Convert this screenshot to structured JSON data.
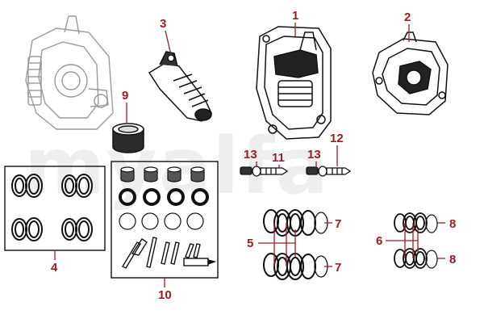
{
  "watermark": "myalfa",
  "colors": {
    "callout": "#9b1c24",
    "line": "#9b1c24",
    "drawing": "#111111",
    "ghost": "#9a9a9a",
    "watermark": "#eeeeee"
  },
  "parts": [
    {
      "id": "p1",
      "label": "1",
      "name": "front-brake-caliper"
    },
    {
      "id": "p2",
      "label": "2",
      "name": "rear-brake-caliper"
    },
    {
      "id": "p3",
      "label": "3",
      "name": "wheel-cylinder"
    },
    {
      "id": "p4",
      "label": "4",
      "name": "caliper-seal-kit-4"
    },
    {
      "id": "p5",
      "label": "5",
      "name": "piston-seal-set"
    },
    {
      "id": "p6",
      "label": "6",
      "name": "piston-seal-set-small"
    },
    {
      "id": "p7a",
      "label": "7",
      "name": "large-seal-ring-upper"
    },
    {
      "id": "p7b",
      "label": "7",
      "name": "large-seal-ring-lower"
    },
    {
      "id": "p8a",
      "label": "8",
      "name": "small-seal-ring-upper"
    },
    {
      "id": "p8b",
      "label": "8",
      "name": "small-seal-ring-lower"
    },
    {
      "id": "p9",
      "label": "9",
      "name": "piston"
    },
    {
      "id": "p10",
      "label": "10",
      "name": "complete-repair-kit"
    },
    {
      "id": "p11",
      "label": "11",
      "name": "bleed-screw"
    },
    {
      "id": "p12",
      "label": "12",
      "name": "bleed-screw-alt"
    },
    {
      "id": "p13a",
      "label": "13",
      "name": "bleed-screw-cap-a"
    },
    {
      "id": "p13b",
      "label": "13",
      "name": "bleed-screw-cap-b"
    }
  ]
}
